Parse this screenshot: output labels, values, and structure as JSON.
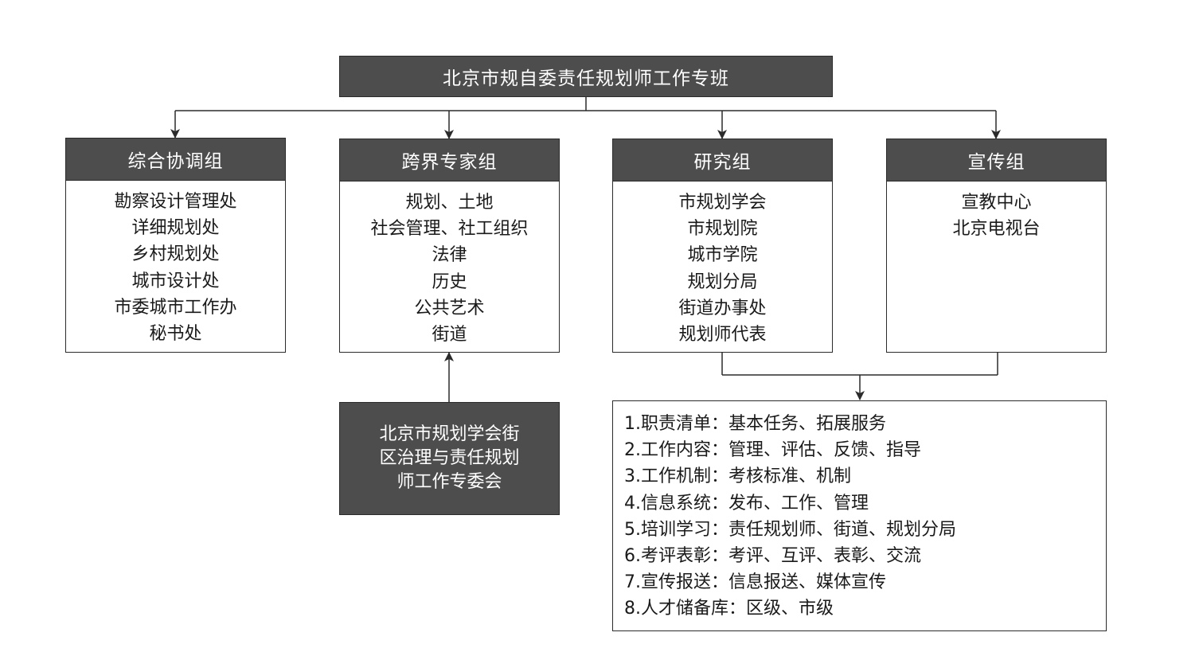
{
  "root": {
    "label": "北京市规自委责任规划师工作专班"
  },
  "groups": [
    {
      "title": "综合协调组",
      "items": [
        "勘察设计管理处",
        "详细规划处",
        "乡村规划处",
        "城市设计处",
        "市委城市工作办",
        "秘书处"
      ]
    },
    {
      "title": "跨界专家组",
      "items": [
        "规划、土地",
        "社会管理、社工组织",
        "法律",
        "历史",
        "公共艺术",
        "街道"
      ]
    },
    {
      "title": "研究组",
      "items": [
        "市规划学会",
        "市规划院",
        "城市学院",
        "规划分局",
        "街道办事处",
        "规划师代表"
      ]
    },
    {
      "title": "宣传组",
      "items": [
        "宣教中心",
        "北京电视台"
      ]
    }
  ],
  "committee": {
    "lines": [
      "北京市规划学会街",
      "区治理与责任规划",
      "师工作专委会"
    ]
  },
  "tasks": {
    "items": [
      "1.职责清单：基本任务、拓展服务",
      "2.工作内容：管理、评估、反馈、指导",
      "3.工作机制：考核标准、机制",
      "4.信息系统：发布、工作、管理",
      "5.培训学习：责任规划师、街道、规划分局",
      "6.考评表彰：考评、互评、表彰、交流",
      "7.宣传报送：信息报送、媒体宣传",
      "8.人才储备库：区级、市级"
    ]
  },
  "colors": {
    "dark_fill": "#4d4d4d",
    "line": "#2b2b2b",
    "text_light": "#ffffff",
    "text_dark": "#1a1a1a"
  }
}
